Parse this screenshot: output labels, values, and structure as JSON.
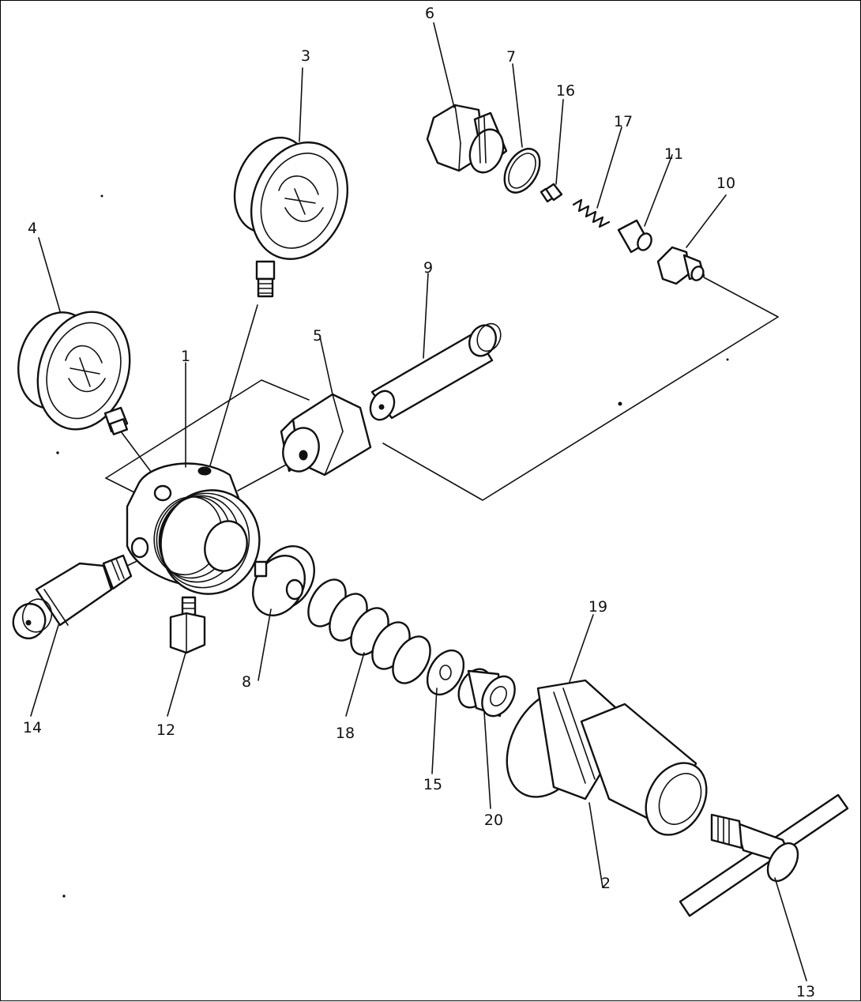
{
  "diagram": {
    "part_labels": {
      "p1": "1",
      "p2": "2",
      "p3": "3",
      "p4": "4",
      "p5": "5",
      "p6": "6",
      "p7": "7",
      "p8": "8",
      "p9": "9",
      "p10": "10",
      "p11": "11",
      "p12": "12",
      "p13": "13",
      "p14": "14",
      "p15": "15",
      "p16": "16",
      "p17": "17",
      "p18": "18",
      "p19": "19",
      "p20": "20"
    }
  }
}
